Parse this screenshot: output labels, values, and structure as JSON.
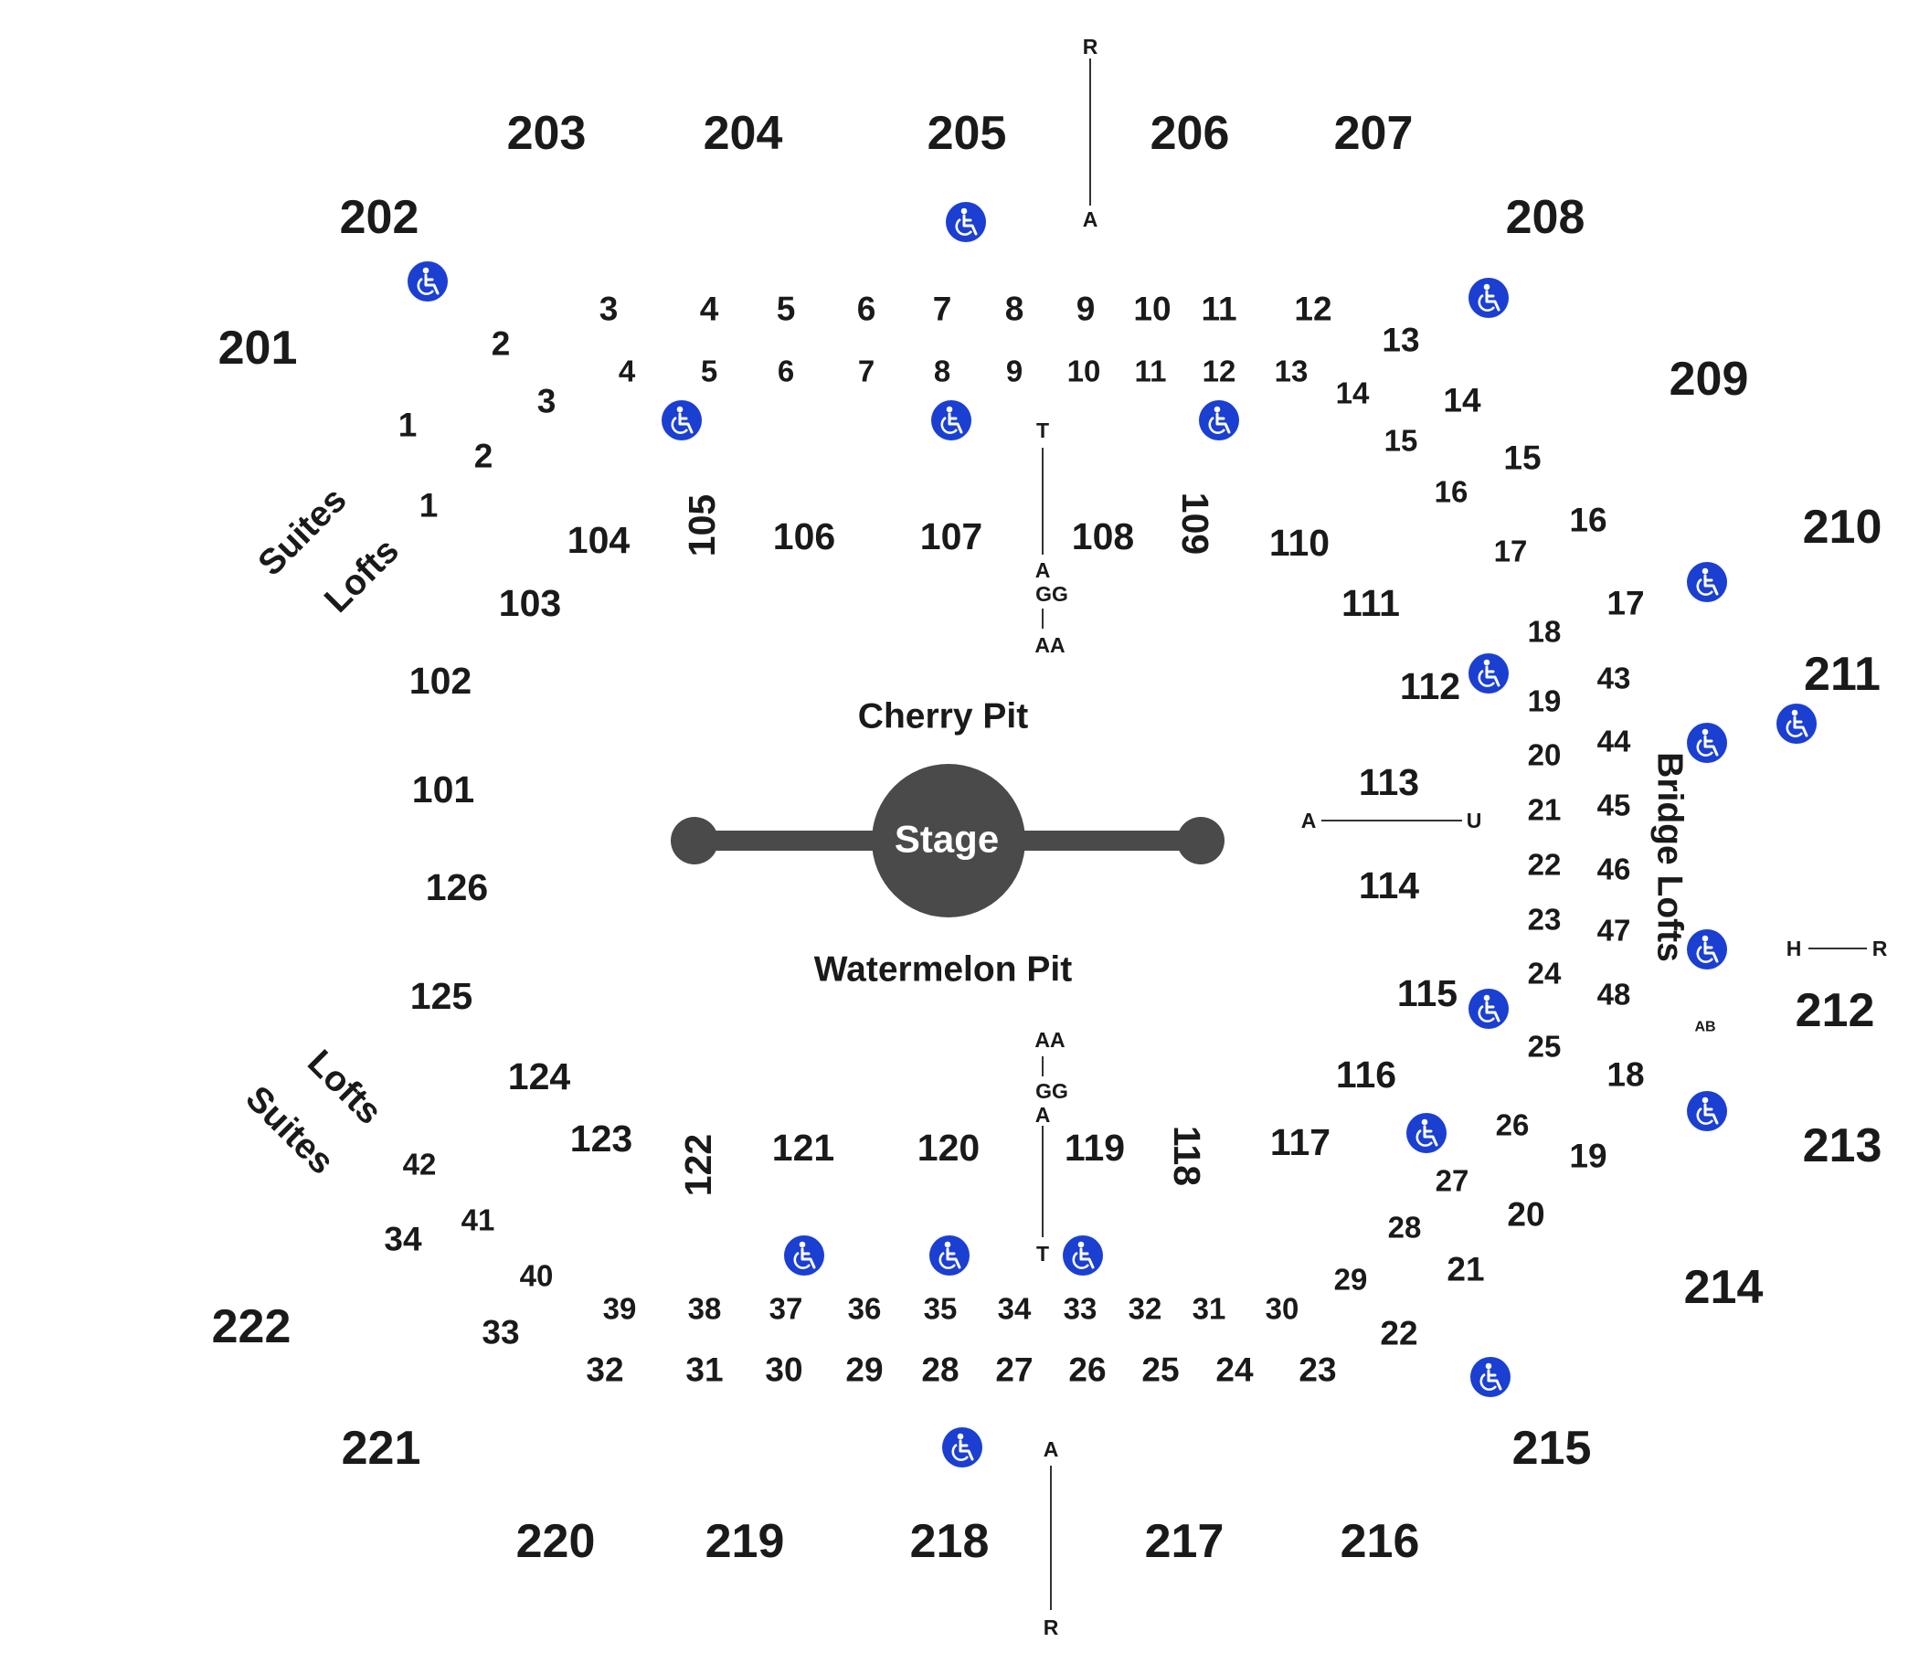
{
  "colors": {
    "stage": "#4a4a4a",
    "ada": "#1a3fd1",
    "text": "#1a1a1a",
    "lines": "#333333"
  },
  "icon": "wheelchair-accessible-icon",
  "stage": {
    "label": "Stage"
  },
  "zones": {
    "cherry_pit": "Cherry Pit",
    "watermelon_pit": "Watermelon Pit",
    "bridge_lofts": "Bridge Lofts",
    "suites": "Suites",
    "lofts": "Lofts"
  },
  "upper_sections": [
    "201",
    "202",
    "203",
    "204",
    "205",
    "206",
    "207",
    "208",
    "209",
    "210",
    "211",
    "212",
    "213",
    "214",
    "215",
    "216",
    "217",
    "218",
    "219",
    "220",
    "221",
    "222"
  ],
  "lower_sections": [
    "101",
    "102",
    "103",
    "104",
    "105",
    "106",
    "107",
    "108",
    "109",
    "110",
    "111",
    "112",
    "113",
    "114",
    "115",
    "116",
    "117",
    "118",
    "119",
    "120",
    "121",
    "122",
    "123",
    "124",
    "125",
    "126"
  ],
  "top_boxes_outer": [
    "3",
    "4",
    "5",
    "6",
    "7",
    "8",
    "9",
    "10",
    "11",
    "12",
    "13",
    "14",
    "15",
    "16",
    "17"
  ],
  "top_boxes_inner": [
    "4",
    "5",
    "6",
    "7",
    "8",
    "9",
    "10",
    "11",
    "12",
    "13",
    "14",
    "15",
    "16",
    "17",
    "18"
  ],
  "left_top_outer": [
    "2",
    "1"
  ],
  "left_top_inner": [
    "3",
    "2",
    "1"
  ],
  "bridge_boxes": [
    "19",
    "20",
    "21",
    "22",
    "23",
    "24",
    "25",
    "26",
    "27",
    "28",
    "29"
  ],
  "bridge_lofts": [
    "43",
    "44",
    "45",
    "46",
    "47",
    "48"
  ],
  "right_boxes_lower": [
    "18",
    "19",
    "20",
    "21",
    "22"
  ],
  "bottom_boxes_inner": [
    "42",
    "41",
    "40",
    "39",
    "38",
    "37",
    "36",
    "35",
    "34",
    "33",
    "32",
    "31",
    "30"
  ],
  "bottom_boxes_outer": [
    "34",
    "33",
    "32",
    "31",
    "30",
    "29",
    "28",
    "27",
    "26",
    "25",
    "24",
    "23"
  ],
  "row_markers": {
    "R": "R",
    "A": "A",
    "T": "T",
    "GG": "GG",
    "AA": "AA",
    "U": "U",
    "H": "H",
    "AB": "AB"
  }
}
